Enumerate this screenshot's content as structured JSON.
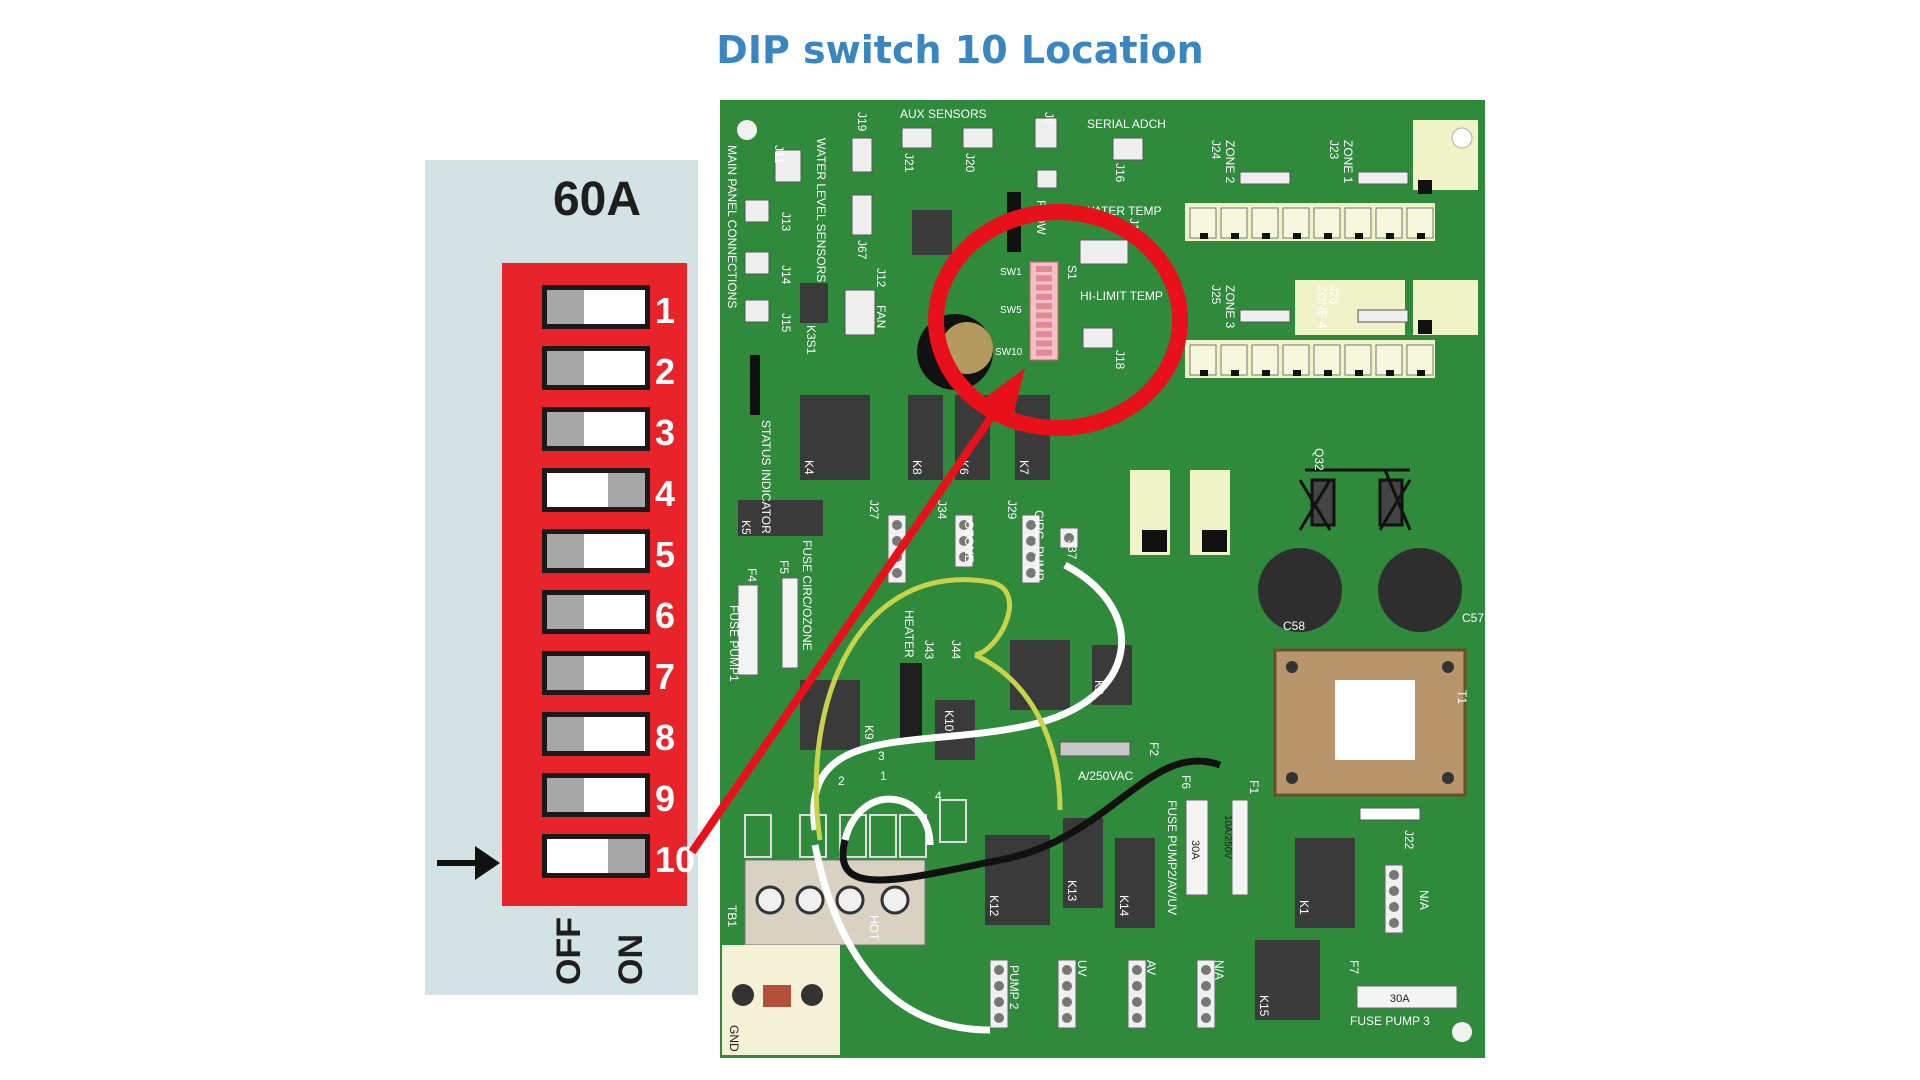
{
  "title": "DIP switch 10 Location",
  "dip_panel": {
    "rating": "60A",
    "off_label": "OFF",
    "on_label": "ON",
    "switches": [
      {
        "number": "1",
        "state": "off"
      },
      {
        "number": "2",
        "state": "off"
      },
      {
        "number": "3",
        "state": "off"
      },
      {
        "number": "4",
        "state": "on"
      },
      {
        "number": "5",
        "state": "off"
      },
      {
        "number": "6",
        "state": "off"
      },
      {
        "number": "7",
        "state": "off"
      },
      {
        "number": "8",
        "state": "off"
      },
      {
        "number": "9",
        "state": "off"
      },
      {
        "number": "10",
        "state": "on"
      }
    ]
  },
  "board_labels": {
    "aux_sensors": "AUX SENSORS",
    "serial_adch": "SERIAL ADCH",
    "j11": "J11",
    "j19": "J19",
    "j21": "J21",
    "j20": "J20",
    "j6": "J6",
    "j16": "J16",
    "j24": "J24",
    "zone2": "ZONE 2",
    "j23": "J23",
    "zone1": "ZONE 1",
    "main_panel": "MAIN PANEL CONNECTIONS",
    "water_level": "WATER LEVEL SENSORS",
    "j67": "J67",
    "j13": "J13",
    "j14": "J14",
    "j15": "J15",
    "j12": "J12",
    "fan": "FAN",
    "k3s1": "K3S1",
    "flow": "FLOW",
    "water_temp": "WATER TEMP",
    "j17": "J17",
    "sw1": "SW1",
    "sw5": "SW5",
    "sw10": "SW10",
    "s1": "S1",
    "hi_limit": "HI-LIMIT TEMP",
    "j18": "J18",
    "j25": "J25",
    "zone3": "ZONE 3",
    "j26": "J26",
    "zone4": "ZONE 4",
    "status": "STATUS INDICATOR",
    "k4": "K4",
    "k8": "K8",
    "k6": "K6",
    "k7": "K7",
    "q32": "Q32",
    "k5": "K5",
    "j27": "J27",
    "j34": "J34",
    "ozone": "OZONE",
    "j29": "J29",
    "circ_pump": "CIRC. PUMP",
    "j37": "J37",
    "fuse_circ": "FUSE CIRC/OZONE",
    "f5": "F5",
    "f4": "F4",
    "fuse_pump1": "FUSE PUMP1",
    "heater": "HEATER",
    "j43": "J43",
    "j44": "J44",
    "c58": "C58",
    "c57": "C57",
    "t1": "T1",
    "k9": "K9",
    "k10": "K10",
    "k2": "K2",
    "f2": "F2",
    "v250": "A/250VAC",
    "f6": "F6",
    "fuse_pump2": "FUSE PUMP2/AV/UV",
    "f1": "F1",
    "f1_rating": "10A/250V",
    "f6_rating": "30A",
    "j22": "J22",
    "na": "N/A",
    "k13": "K13",
    "k14": "K14",
    "k12": "K12",
    "k1": "K1",
    "tb1": "TB1",
    "hot": "HOT",
    "pump2": "PUMP 2",
    "uv": "UV",
    "av": "AV",
    "na2": "N/A",
    "k15": "K15",
    "f7": "F7",
    "f7_rating": "30A",
    "fuse_pump3": "FUSE PUMP 3",
    "gnd": "GND",
    "tb_nums": [
      "1",
      "2",
      "3",
      "4"
    ]
  },
  "colors": {
    "title": "#3a86c0",
    "board": "#2f8a3c",
    "dip_body": "#e8232a",
    "panel_bg": "#d3e2e3",
    "highlight": "#e8101a"
  }
}
